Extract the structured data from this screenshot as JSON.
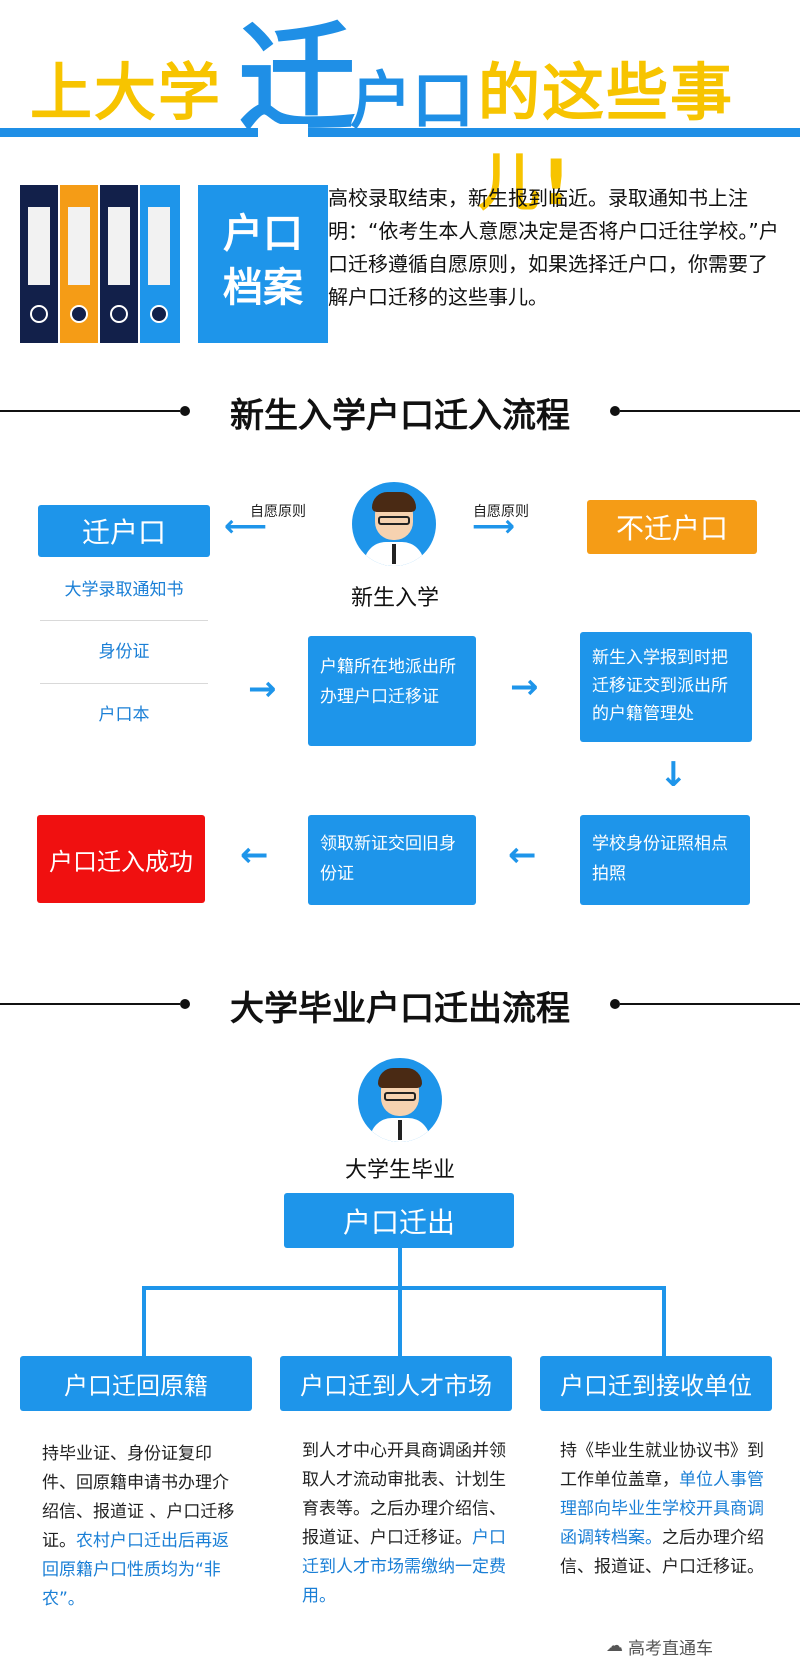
{
  "header": {
    "part1": "上大学",
    "big": "迁",
    "part2": "户口",
    "part3": "的这些事儿!"
  },
  "intro": {
    "archive_line1": "户口",
    "archive_line2": "档案",
    "text": "高校录取结束，新生报到临近。录取通知书上注明：“依考生本人意愿决定是否将户口迁往学校。”户口迁移遵循自愿原则，如果选择迁户口，你需要了解户口迁移的这些事儿。"
  },
  "section1": {
    "title": "新生入学户口迁入流程",
    "principle_left": "自愿原则",
    "principle_right": "自愿原则",
    "move_label": "迁户口",
    "no_move_label": "不迁户口",
    "student_label": "新生入学",
    "docs": [
      "大学录取通知书",
      "身份证",
      "户口本"
    ],
    "step1": "户籍所在地派出所办理户口迁移证",
    "step2": "新生入学报到时把迁移证交到派出所的户籍管理处",
    "step3": "学校身份证照相点拍照",
    "step4": "领取新证交回旧身份证",
    "success": "户口迁入成功"
  },
  "section2": {
    "title": "大学毕业户口迁出流程",
    "graduate_label": "大学生毕业",
    "root": "户口迁出",
    "branches": [
      {
        "label": "户口迁回原籍",
        "text": "持毕业证、身份证复印件、回原籍申请书办理介绍信、报道证 、户口迁移证。",
        "highlight": "农村户口迁出后再返回原籍户口性质均为“非农”。"
      },
      {
        "label": "户口迁到人才市场",
        "text": "到人才中心开具商调函并领取人才流动审批表、计划生育表等。之后办理介绍信、报道证、户口迁移证。",
        "highlight": "户口迁到人才市场需缴纳一定费用。"
      },
      {
        "label": "户口迁到接收单位",
        "text_a": "持《毕业生就业协议书》到工作单位盖章，",
        "highlight": "单位人事管理部向毕业生学校开具商调函调转档案。",
        "text_b": "之后办理介绍信、报道证、户口迁移证。"
      }
    ]
  },
  "watermark": "高考直通车",
  "colors": {
    "blue": "#1e95ea",
    "yellow": "#f7c400",
    "orange": "#f59c16",
    "red": "#f01010"
  }
}
